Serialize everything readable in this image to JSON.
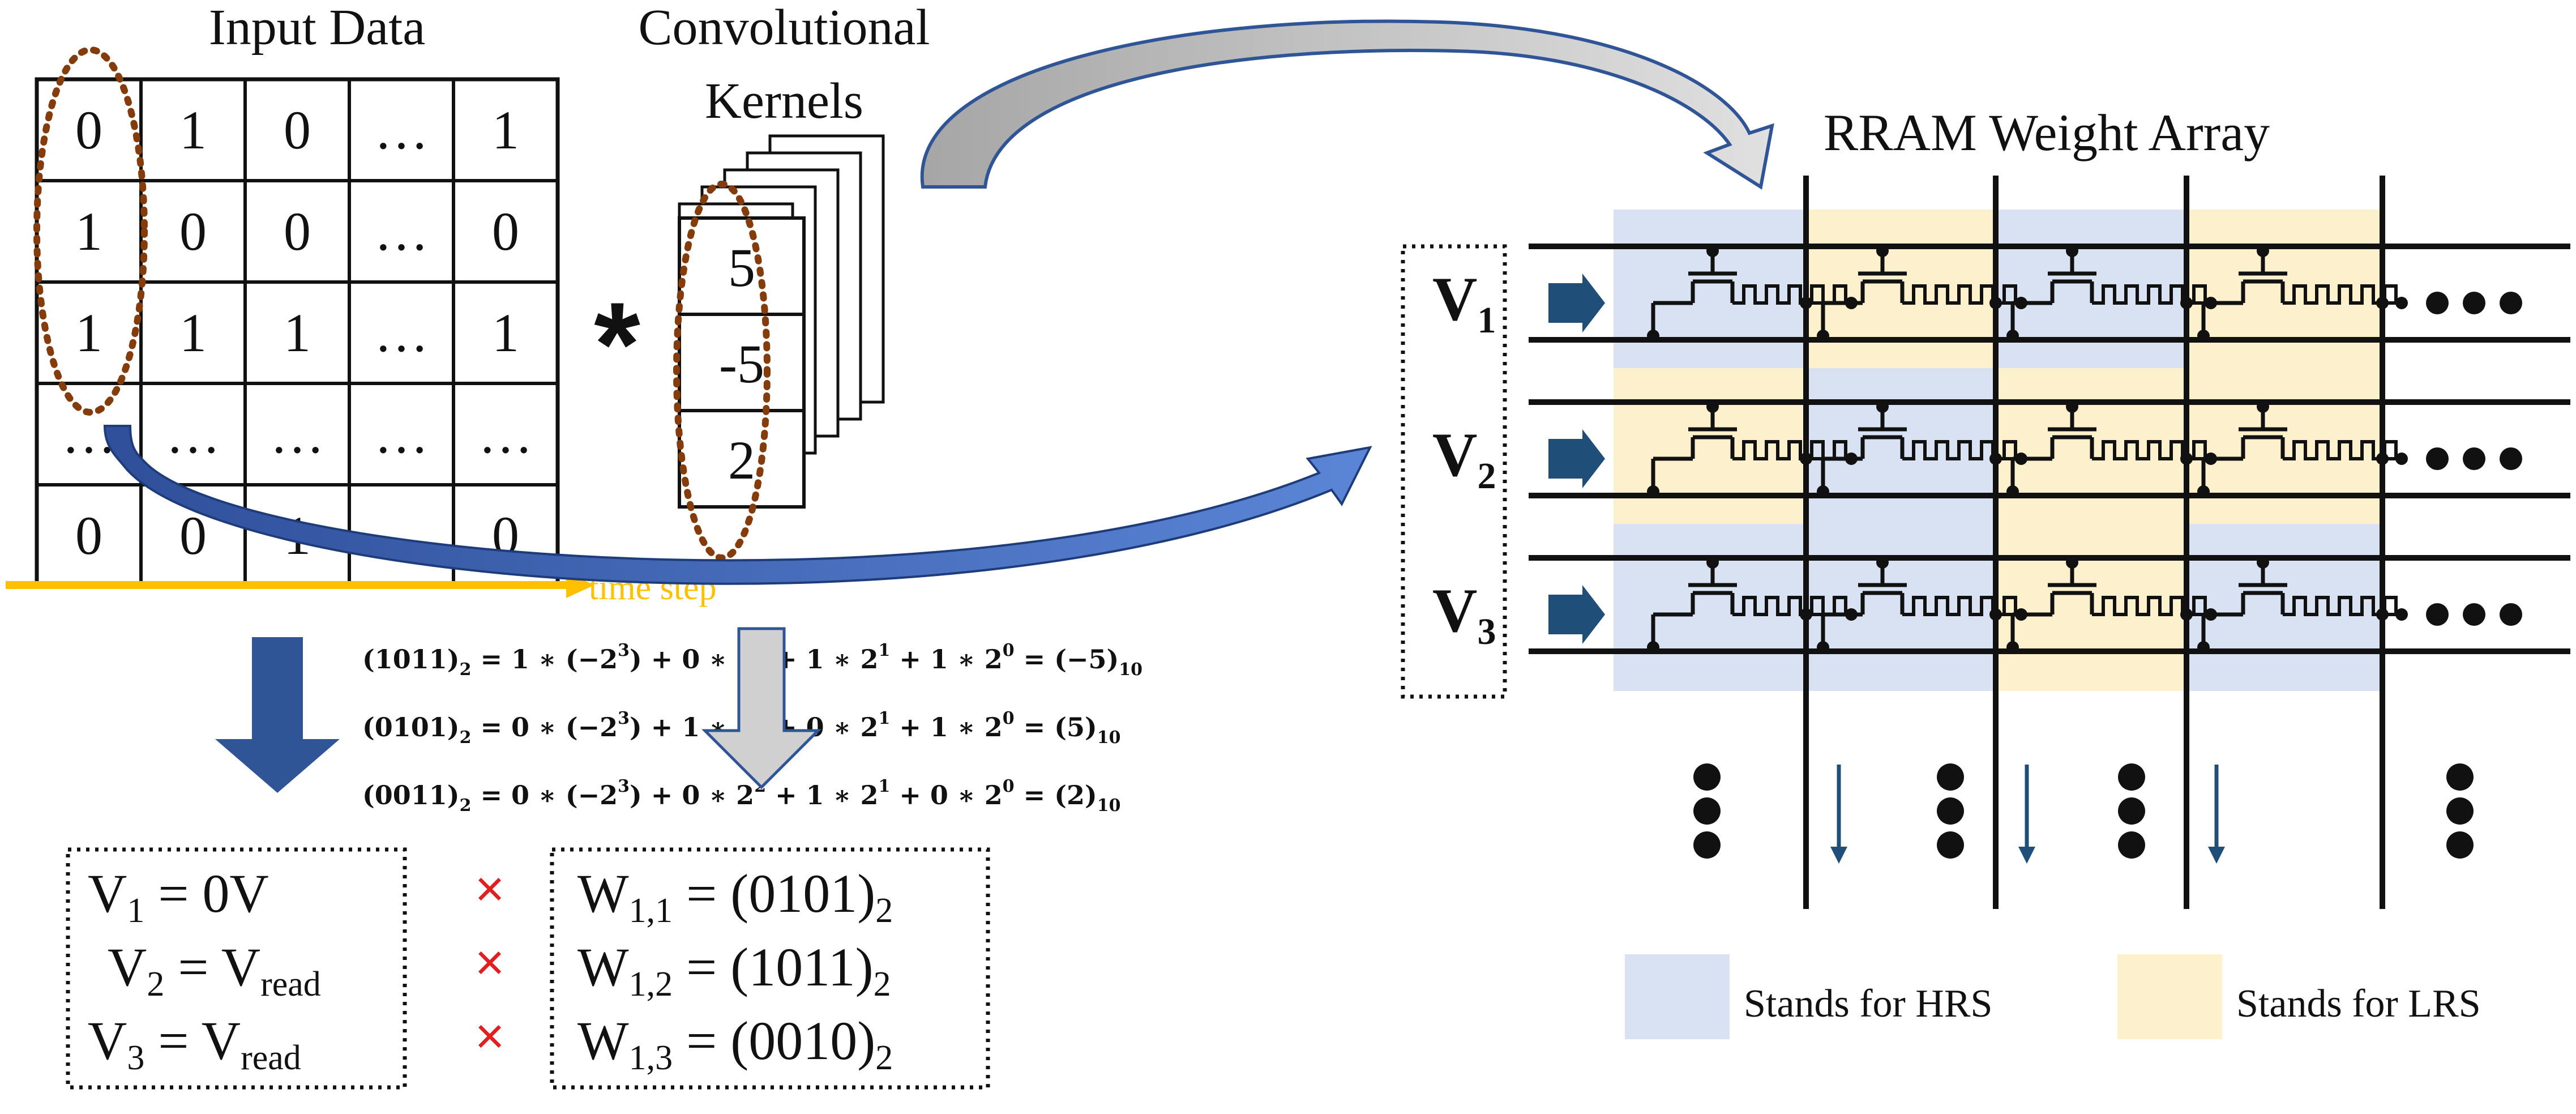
{
  "colors": {
    "hrs": "#d9e2f3",
    "lrs": "#fdf0cc",
    "arrow_blue": "#2f5597",
    "arrow_dark": "#1f4e79",
    "oval": "#843c0c",
    "time_step": "#ffc000",
    "times_red": "#e02020"
  },
  "input_data": {
    "title": "Input Data",
    "rows": [
      [
        "0",
        "1",
        "0",
        "…",
        "1"
      ],
      [
        "1",
        "0",
        "0",
        "…",
        "0"
      ],
      [
        "1",
        "1",
        "1",
        "…",
        "1"
      ],
      [
        "…",
        "…",
        "…",
        "…",
        "…"
      ],
      [
        "0",
        "0",
        "1",
        "…",
        "0"
      ]
    ]
  },
  "kernels": {
    "title_line1": "Convolutional",
    "title_line2": "Kernels",
    "values": [
      "5",
      "-5",
      "2"
    ],
    "operator": "*"
  },
  "time_step": "time step",
  "equations": [
    {
      "lhs": "(1011)",
      "lhs_sub": "2",
      "rhs_a": " = 1 ∗ (−2",
      "exp1": "3",
      "rhs_b": ") + 0 ∗ 2",
      "exp2": "2",
      "rhs_c": " + 1 ∗ 2",
      "exp3": "1",
      "rhs_d": " + 1 ∗ 2",
      "exp4": "0",
      "rhs_e": " = (−5)",
      "res_sub": "10"
    },
    {
      "lhs": "(0101)",
      "lhs_sub": "2",
      "rhs_a": " = 0 ∗ (−2",
      "exp1": "3",
      "rhs_b": ") + 1 ∗ 2",
      "exp2": "2",
      "rhs_c": " + 0 ∗ 2",
      "exp3": "1",
      "rhs_d": " + 1 ∗ 2",
      "exp4": "0",
      "rhs_e": " = (5)",
      "res_sub": "10"
    },
    {
      "lhs": "(0011)",
      "lhs_sub": "2",
      "rhs_a": " = 0 ∗ (−2",
      "exp1": "3",
      "rhs_b": ") + 0 ∗ 2",
      "exp2": "2",
      "rhs_c": " + 1 ∗ 2",
      "exp3": "1",
      "rhs_d": " + 0 ∗ 2",
      "exp4": "0",
      "rhs_e": " = (2)",
      "res_sub": "10"
    }
  ],
  "voltages": [
    {
      "name": "V",
      "sub": "1",
      "eq": " = 0V",
      "val_sub": ""
    },
    {
      "name": "V",
      "sub": "2",
      "eq": " = V",
      "val_sub": "read"
    },
    {
      "name": "V",
      "sub": "3",
      "eq": " = V",
      "val_sub": "read"
    }
  ],
  "times_symbol": "×",
  "weights": [
    {
      "name": "W",
      "sub": "1,1",
      "eq": " = (0101)",
      "base": "2"
    },
    {
      "name": "W",
      "sub": "1,2",
      "eq": " = (1011)",
      "base": "2"
    },
    {
      "name": "W",
      "sub": "1,3",
      "eq": " = (0010)",
      "base": "2"
    }
  ],
  "rram": {
    "title": "RRAM Weight Array",
    "row_labels": [
      {
        "name": "V",
        "sub": "1"
      },
      {
        "name": "V",
        "sub": "2"
      },
      {
        "name": "V",
        "sub": "3"
      }
    ],
    "cell_states": [
      [
        "HRS",
        "LRS",
        "HRS",
        "LRS"
      ],
      [
        "LRS",
        "HRS",
        "LRS",
        "LRS"
      ],
      [
        "HRS",
        "HRS",
        "LRS",
        "HRS"
      ]
    ]
  },
  "legend": [
    {
      "state": "HRS",
      "label": "Stands for HRS"
    },
    {
      "state": "LRS",
      "label": "Stands for LRS"
    }
  ]
}
